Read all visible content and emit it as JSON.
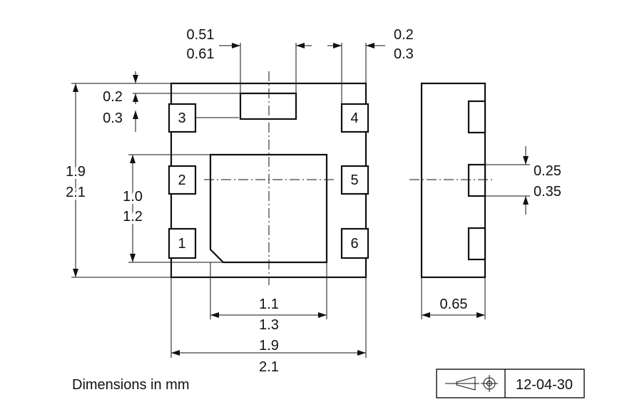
{
  "dimensions": {
    "slot_width": {
      "min": "0.51",
      "max": "0.61"
    },
    "pad_width": {
      "min": "0.2",
      "max": "0.3"
    },
    "slot_height": {
      "min": "0.2",
      "max": "0.3"
    },
    "body_height": {
      "min": "1.9",
      "max": "2.1"
    },
    "thermal_pad_height": {
      "min": "1.0",
      "max": "1.2"
    },
    "thermal_pad_width": {
      "min": "1.1",
      "max": "1.3"
    },
    "body_width": {
      "min": "1.9",
      "max": "2.1"
    },
    "pad_thickness": {
      "min": "0.25",
      "max": "0.35"
    },
    "package_height": "0.65"
  },
  "pins": [
    "1",
    "2",
    "3",
    "4",
    "5",
    "6"
  ],
  "note": "Dimensions in mm",
  "title_block": {
    "date": "12-04-30"
  }
}
